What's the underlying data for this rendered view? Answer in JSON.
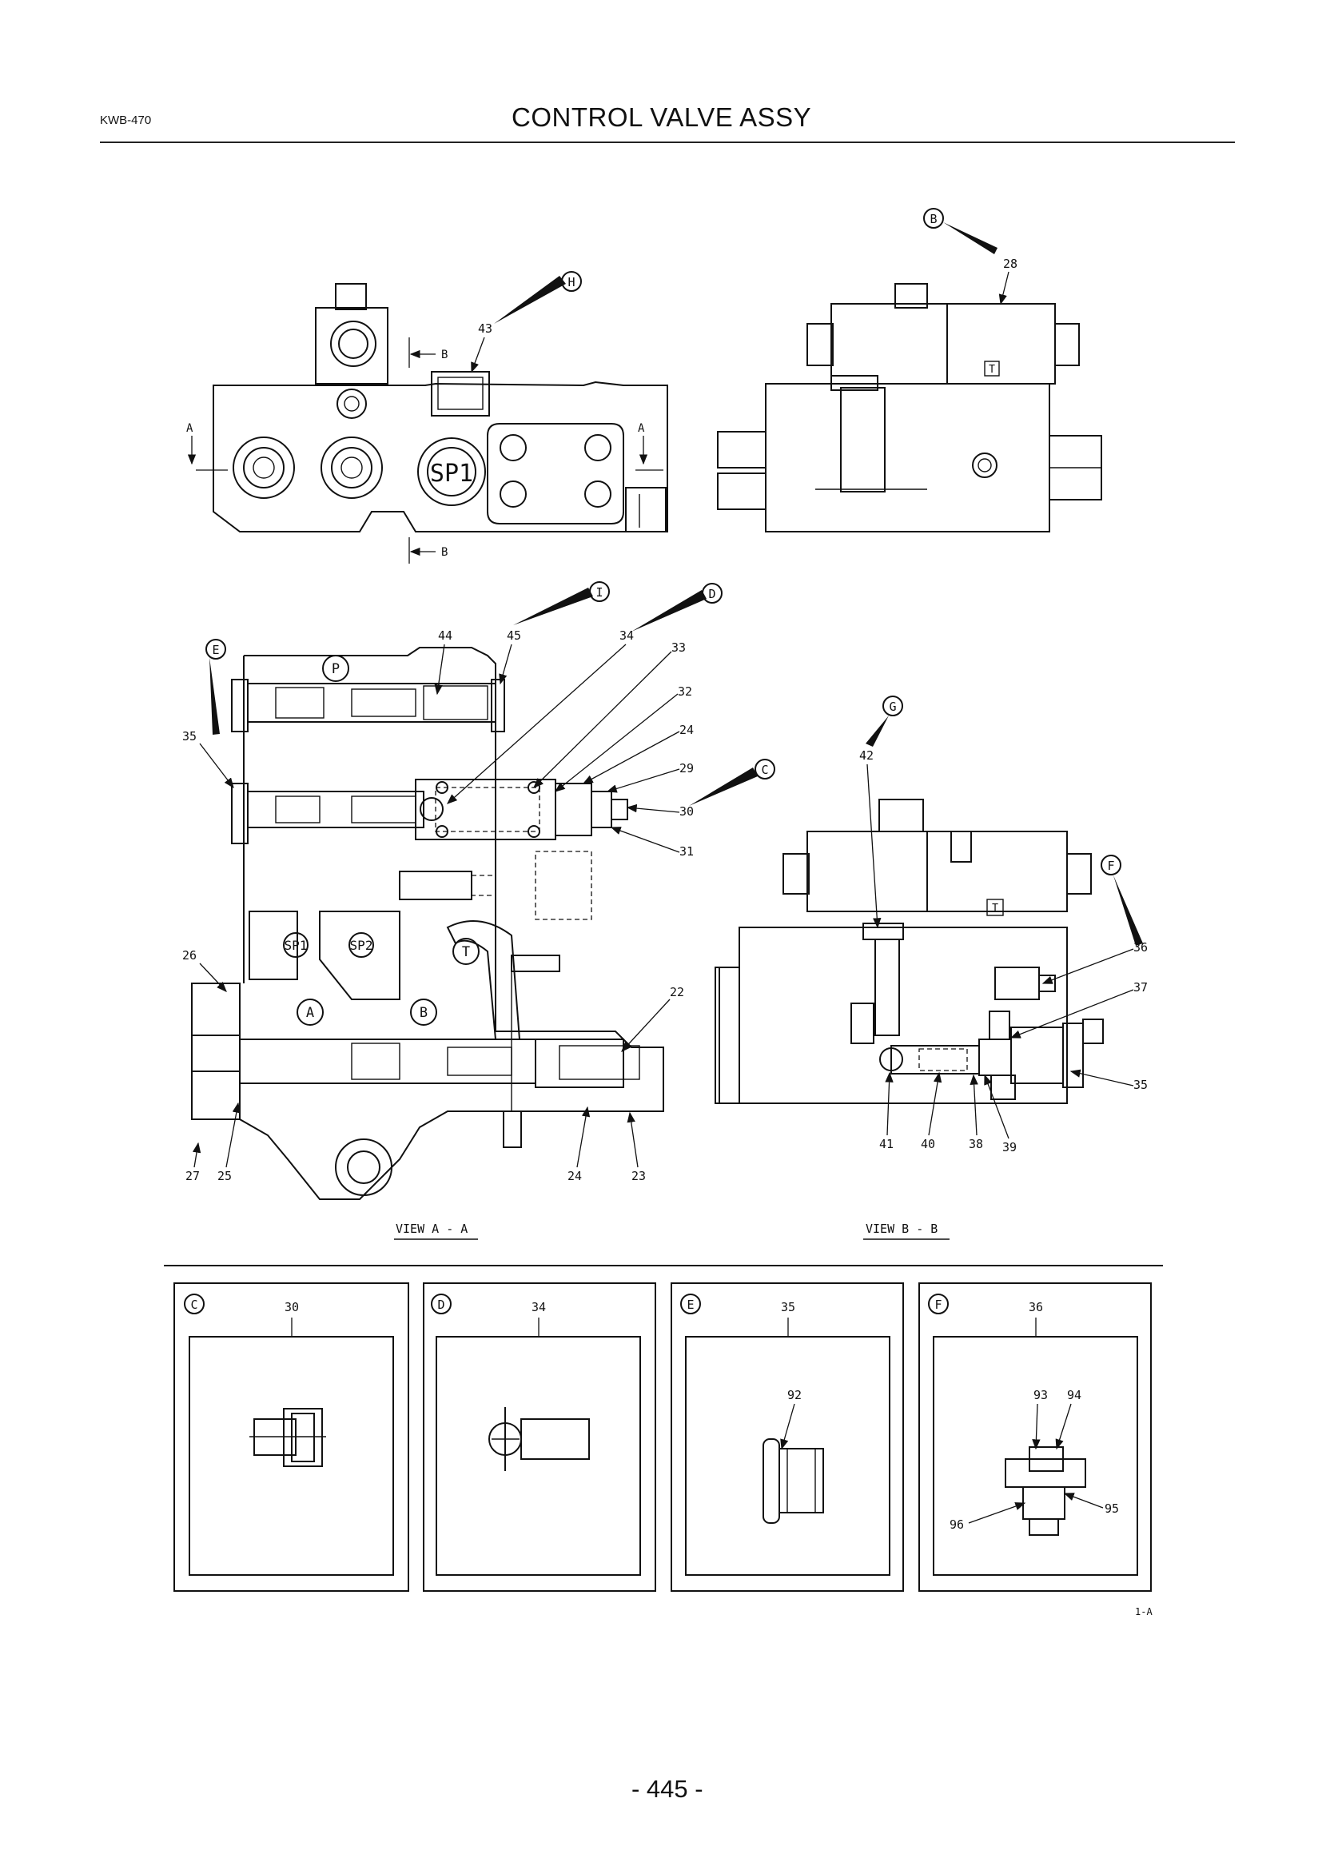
{
  "header": {
    "code": "KWB-470",
    "title": "CONTROL VALVE ASSY"
  },
  "markers": {
    "a": "A",
    "b": "B"
  },
  "ports": {
    "sp1": "SP1",
    "sp2": "SP2",
    "p": "P",
    "t": "T",
    "a": "A",
    "b": "B"
  },
  "details": {
    "b": "B",
    "c": "C",
    "d": "D",
    "e": "E",
    "f": "F",
    "g": "G",
    "h": "H",
    "i": "I"
  },
  "parts": {
    "p22": "22",
    "p23": "23",
    "p24": "24",
    "p25": "25",
    "p26": "26",
    "p27": "27",
    "p28": "28",
    "p29": "29",
    "p30": "30",
    "p31": "31",
    "p32": "32",
    "p33": "33",
    "p34": "34",
    "p35": "35",
    "p36": "36",
    "p37": "37",
    "p38": "38",
    "p39": "39",
    "p40": "40",
    "p41": "41",
    "p42": "42",
    "p43": "43",
    "p44": "44",
    "p45": "45",
    "p92": "92",
    "p93": "93",
    "p94": "94",
    "p95": "95",
    "p96": "96"
  },
  "views": {
    "a_a": "VIEW A - A",
    "b_b": "VIEW B - B"
  },
  "footer": {
    "figure_ref": "1-A",
    "page_number": "- 445 -"
  }
}
